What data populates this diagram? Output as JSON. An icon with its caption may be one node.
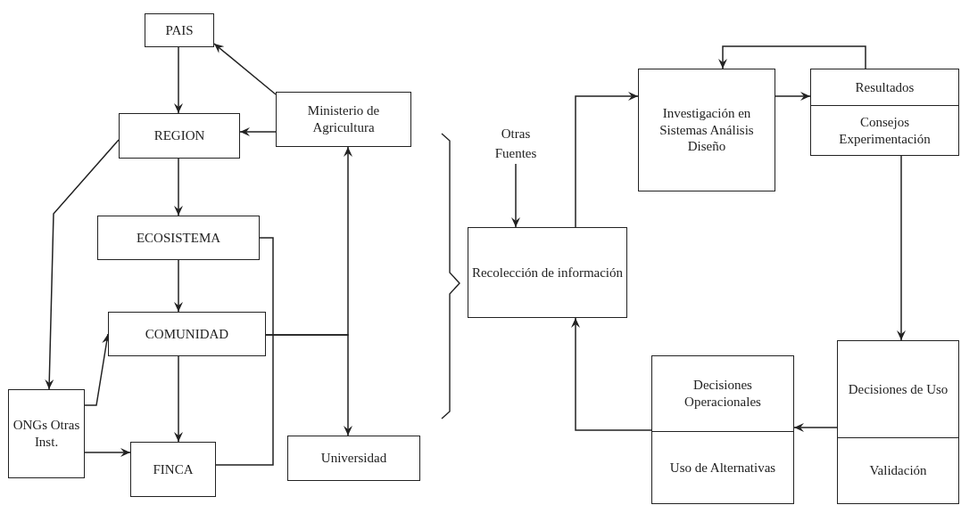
{
  "diagram": {
    "nodes": [
      {
        "text": [
          "PAIS"
        ]
      },
      {
        "text": [
          "Ministerio de Agricultura"
        ]
      },
      {
        "text": [
          "REGION"
        ]
      },
      {
        "text": [
          "ECOSISTEMA"
        ]
      },
      {
        "text": [
          "COMUNIDAD"
        ]
      },
      {
        "text": [
          "ONGs Otras Inst."
        ]
      },
      {
        "text": [
          "FINCA"
        ]
      },
      {
        "text": [
          "Universidad"
        ]
      },
      {
        "text": [
          "Otras Fuentes"
        ]
      },
      {
        "text": [
          "Recolección de información"
        ]
      },
      {
        "text": [
          "Investigación en Sistemas Análisis Diseño"
        ]
      },
      {
        "text": [
          "Resultados",
          "Consejos Experimentación"
        ]
      },
      {
        "text": [
          "Decisiones de Uso",
          "Validación"
        ]
      },
      {
        "text": [
          "Decisiones Operacionales",
          "Uso de Alternativas"
        ]
      }
    ],
    "edges": [
      {
        "from": 0,
        "to": 2,
        "arrow": "to"
      },
      {
        "from": 1,
        "to": 0,
        "arrow": "to"
      },
      {
        "from": 1,
        "to": 2,
        "arrow": "to"
      },
      {
        "from": 2,
        "to": 5,
        "arrow": "to"
      },
      {
        "from": 2,
        "to": 3,
        "arrow": "to"
      },
      {
        "from": 3,
        "to": 4,
        "arrow": "to"
      },
      {
        "from": 4,
        "to": 6,
        "arrow": "to"
      },
      {
        "from": 5,
        "to": 4,
        "arrow": "to"
      },
      {
        "from": 5,
        "to": 6,
        "arrow": "to"
      },
      {
        "from": 3,
        "to": 6,
        "arrow": "none"
      },
      {
        "from": 4,
        "to": 1,
        "arrow": "to"
      },
      {
        "from": 4,
        "to": 7,
        "arrow": "to"
      },
      {
        "from": 8,
        "to": 9,
        "arrow": "to"
      },
      {
        "from": 9,
        "to": 10,
        "arrow": "to"
      },
      {
        "from": 10,
        "to": 11,
        "arrow": "to"
      },
      {
        "from": 11,
        "to": 10,
        "arrow": "to"
      },
      {
        "from": 11,
        "to": 12,
        "arrow": "to"
      },
      {
        "from": 12,
        "to": 13,
        "arrow": "to"
      },
      {
        "from": 13,
        "to": 9,
        "arrow": "to"
      }
    ]
  }
}
